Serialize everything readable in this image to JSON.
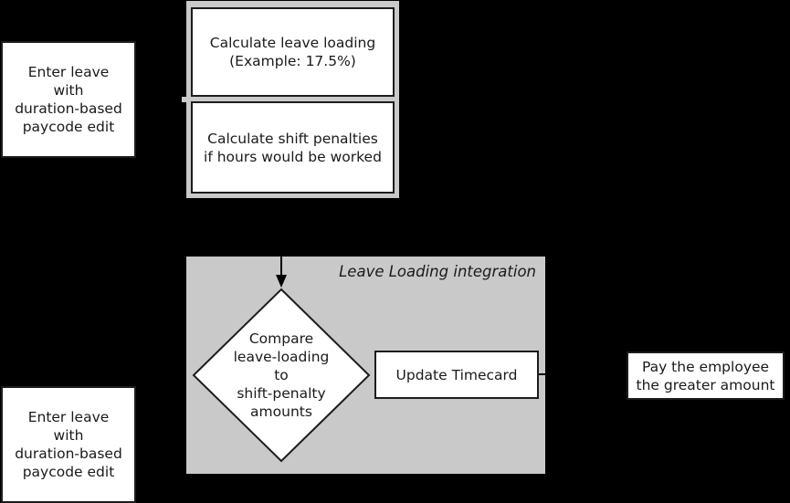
{
  "palette": {
    "background": "#000000",
    "container_gray": "#c9c9c9",
    "box_fill": "#ffffff",
    "box_border": "#1c1c1c",
    "text": "#1a1a1a"
  },
  "left_top_box": {
    "lines": [
      "Enter leave",
      "with",
      "duration-based",
      "paycode edit"
    ]
  },
  "left_bottom_box": {
    "lines": [
      "Enter leave",
      "with",
      "duration-based",
      "paycode edit"
    ]
  },
  "top_container": {
    "box_leave_loading": {
      "lines": [
        "Calculate leave loading",
        "(Example: 17.5%)"
      ]
    },
    "box_shift_penalties": {
      "lines": [
        "Calculate shift penalties",
        "if hours would be worked"
      ]
    }
  },
  "integration_container": {
    "label": "Leave Loading integration",
    "diamond": {
      "lines": [
        "Compare",
        "leave-loading",
        "to",
        "shift-penalty",
        "amounts"
      ]
    },
    "update_box": {
      "label": "Update Timecard"
    }
  },
  "pay_box": {
    "lines": [
      "Pay the employee",
      "the greater amount"
    ]
  }
}
